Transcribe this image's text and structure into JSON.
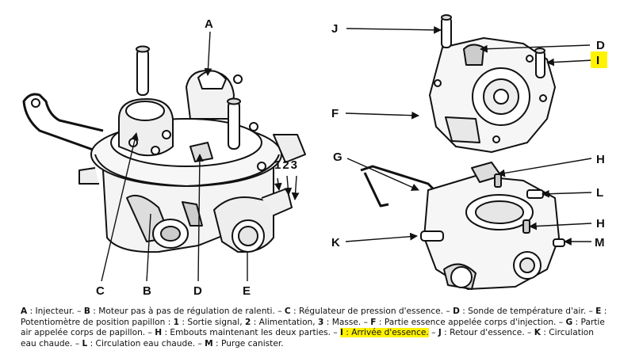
{
  "labels": {
    "A": "A",
    "B": "B",
    "C": "C",
    "D": "D",
    "E": "E",
    "F": "F",
    "G": "G",
    "H": "H",
    "I": "I",
    "J": "J",
    "K": "K",
    "L": "L",
    "M": "M",
    "n123": "123"
  },
  "legend": [
    {
      "key": "A",
      "text": " : Injecteur. – "
    },
    {
      "key": "B",
      "text": " : Moteur pas à pas de régulation de ralenti. – "
    },
    {
      "key": "C",
      "text": " : Régulateur de pression d'essence. – "
    },
    {
      "key": "D",
      "text": " : Sonde de température d'air. – "
    },
    {
      "key": "E",
      "text": " : Potentiomètre de position papillon : "
    },
    {
      "key": "1",
      "text": " : Sortie signal, "
    },
    {
      "key": "2",
      "text": " : Alimentation, "
    },
    {
      "key": "3",
      "text": " : Masse. – "
    },
    {
      "key": "F",
      "text": " : Partie essence appelée corps d'injection. – "
    },
    {
      "key": "G",
      "text": " : Partie air appelée corps de papillon. – "
    },
    {
      "key": "H",
      "text": " : Embouts maintenant les deux parties. – "
    },
    {
      "key": "I",
      "text": " : Arrivée d'essence.",
      "highlight": true
    },
    {
      "key": "",
      "text": " – "
    },
    {
      "key": "J",
      "text": " : Retour d'essence. – "
    },
    {
      "key": "K",
      "text": " : Circulation eau chaude. – "
    },
    {
      "key": "L",
      "text": " : Circulation eau chaude. – "
    },
    {
      "key": "M",
      "text": " : Purge canister."
    }
  ],
  "colors": {
    "ink": "#111111",
    "highlight": "#fff200"
  }
}
